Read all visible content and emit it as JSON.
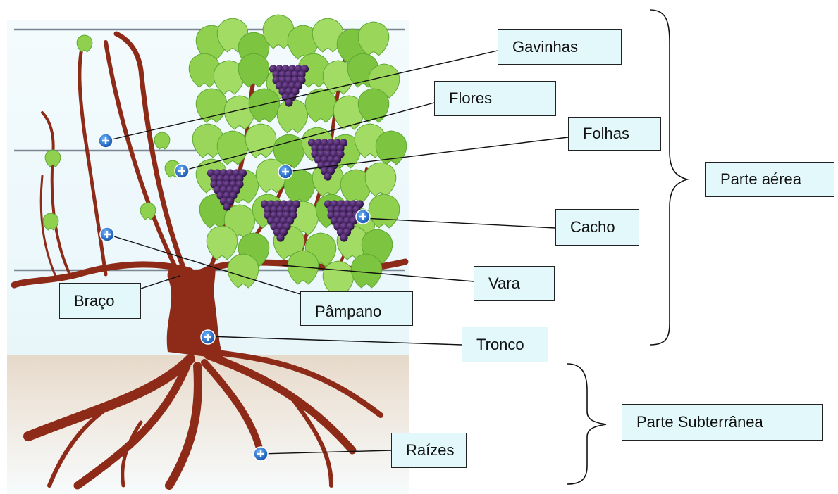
{
  "labels": {
    "gavinhas": "Gavinhas",
    "flores": "Flores",
    "folhas": "Folhas",
    "cacho": "Cacho",
    "vara": "Vara",
    "braco": "Braço",
    "pampano": "Pâmpano",
    "tronco": "Tronco",
    "raizes": "Raízes"
  },
  "groups": {
    "aerea": "Parte aérea",
    "subterranea": "Parte Subterrânea"
  },
  "colors": {
    "label_fill": "#e2f8fb",
    "sky": "#eaf7fb",
    "soil": "#e9ddd0",
    "vine": "#8e2b18",
    "leaf": "#8fd14f",
    "grape": "#3a1856",
    "marker": "#1e6fd0"
  }
}
